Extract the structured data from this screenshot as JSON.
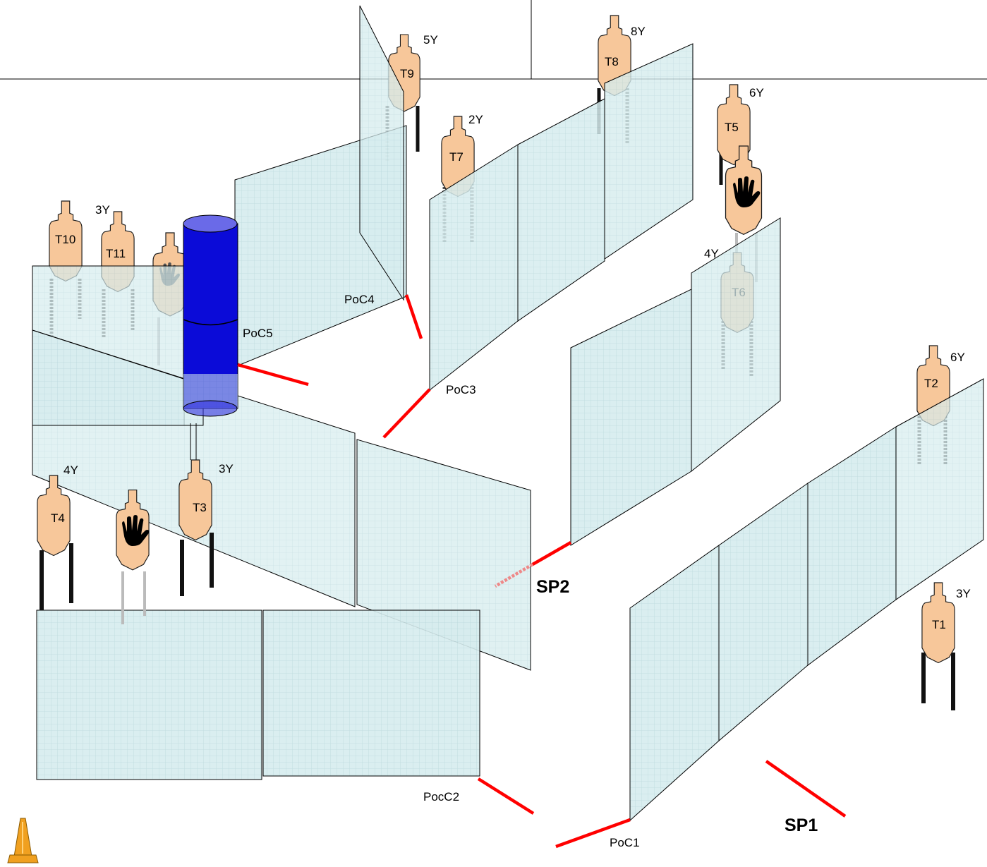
{
  "diagram": {
    "targets": [
      {
        "id": "T1",
        "distance": "3Y"
      },
      {
        "id": "T2",
        "distance": "6Y"
      },
      {
        "id": "T3",
        "distance": "3Y"
      },
      {
        "id": "T4",
        "distance": "4Y"
      },
      {
        "id": "T5",
        "distance": "6Y"
      },
      {
        "id": "T6",
        "distance": "4Y"
      },
      {
        "id": "T7",
        "distance": "2Y"
      },
      {
        "id": "T8",
        "distance": "8Y"
      },
      {
        "id": "T9",
        "distance": "5Y"
      },
      {
        "id": "T10",
        "distance": ""
      },
      {
        "id": "T11",
        "distance": "3Y"
      }
    ],
    "points_of_cover": [
      "PoC1",
      "PocC2",
      "PoC3",
      "PoC4",
      "PoC5"
    ],
    "shooting_positions": [
      "SP1",
      "SP2"
    ],
    "colors": {
      "wall_fill": "#d6ecee",
      "wall_grid": "#b9d8dc",
      "target_fill": "#f7c79a",
      "barrel": "#0b0bd8",
      "barrel_top": "#6a6ae8",
      "fault_line": "#ff0000",
      "cone": "#f0a020"
    },
    "icons": [
      "no-shoot-hand-icon",
      "traffic-cone-icon",
      "cardboard-target-icon",
      "barrel-icon"
    ]
  }
}
